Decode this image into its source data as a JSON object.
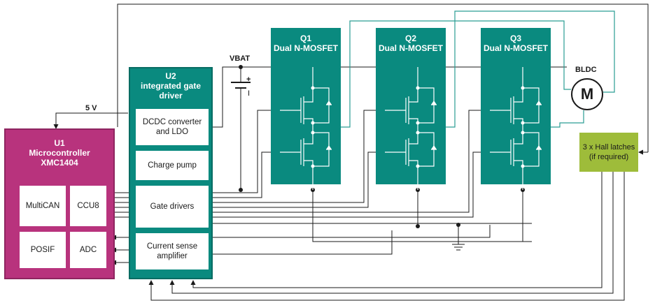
{
  "u1": {
    "ref": "U1",
    "line1": "Microcontroller",
    "line2": "XMC1404",
    "blocks": {
      "multican": "MultiCAN",
      "ccu8": "CCU8",
      "posif": "POSIF",
      "adc": "ADC"
    }
  },
  "u2": {
    "ref": "U2",
    "title": "integrated gate driver",
    "blocks": {
      "dcdc1": "DCDC converter",
      "dcdc2": "and LDO",
      "charge_pump": "Charge pump",
      "gate_drivers": "Gate drivers",
      "csa1": "Current sense",
      "csa2": "amplifier"
    }
  },
  "q1": {
    "ref": "Q1",
    "title": "Dual N-MOSFET"
  },
  "q2": {
    "ref": "Q2",
    "title": "Dual N-MOSFET"
  },
  "q3": {
    "ref": "Q3",
    "title": "Dual N-MOSFET"
  },
  "hall": {
    "line1": "3 x Hall latches",
    "line2": "(if required)"
  },
  "labels": {
    "vbat": "VBAT",
    "supply_5v": "5 V",
    "bldc": "BLDC",
    "motor": "M",
    "plus": "+",
    "minus": "I"
  },
  "colors": {
    "mcu": "#b8337d",
    "gate_driver": "#0a8a7f",
    "mosfet": "#0a8a7f",
    "hall": "#9ebc3a",
    "phase_wire": "#2a9d93"
  }
}
